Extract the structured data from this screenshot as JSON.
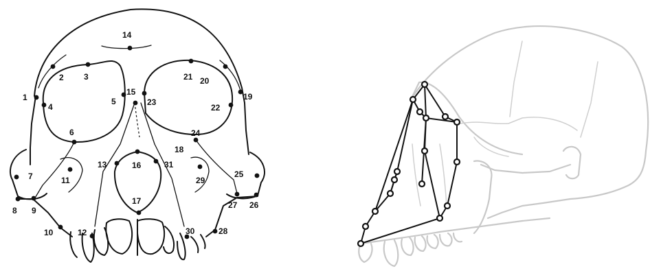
{
  "frontal_landmarks": [
    {
      "id": "1",
      "label": "1"
    },
    {
      "id": "2",
      "label": "2"
    },
    {
      "id": "3",
      "label": "3"
    },
    {
      "id": "4",
      "label": "4"
    },
    {
      "id": "5",
      "label": "5"
    },
    {
      "id": "6",
      "label": "6"
    },
    {
      "id": "7",
      "label": "7"
    },
    {
      "id": "8",
      "label": "8"
    },
    {
      "id": "9",
      "label": "9"
    },
    {
      "id": "10",
      "label": "10"
    },
    {
      "id": "11",
      "label": "11"
    },
    {
      "id": "12",
      "label": "12"
    },
    {
      "id": "13",
      "label": "13"
    },
    {
      "id": "14",
      "label": "14"
    },
    {
      "id": "15",
      "label": "15"
    },
    {
      "id": "16",
      "label": "16"
    },
    {
      "id": "17",
      "label": "17"
    },
    {
      "id": "18",
      "label": "18"
    },
    {
      "id": "19",
      "label": "19"
    },
    {
      "id": "20",
      "label": "20"
    },
    {
      "id": "21",
      "label": "21"
    },
    {
      "id": "22",
      "label": "22"
    },
    {
      "id": "23",
      "label": "23"
    },
    {
      "id": "24",
      "label": "24"
    },
    {
      "id": "25",
      "label": "25"
    },
    {
      "id": "26",
      "label": "26"
    },
    {
      "id": "27",
      "label": "27"
    },
    {
      "id": "28",
      "label": "28"
    },
    {
      "id": "29",
      "label": "29"
    },
    {
      "id": "30",
      "label": "30"
    },
    {
      "id": "31",
      "label": "31"
    }
  ],
  "lateral_wireframe": {
    "edges": [
      [
        "a",
        "b"
      ],
      [
        "b",
        "c"
      ],
      [
        "c",
        "d"
      ],
      [
        "d",
        "e"
      ],
      [
        "e",
        "f"
      ],
      [
        "f",
        "g"
      ],
      [
        "a",
        "h"
      ],
      [
        "a",
        "i"
      ],
      [
        "i",
        "j"
      ],
      [
        "j",
        "k"
      ],
      [
        "k",
        "l"
      ],
      [
        "l",
        "m"
      ],
      [
        "m",
        "n"
      ],
      [
        "n",
        "g"
      ],
      [
        "h",
        "o"
      ],
      [
        "o",
        "k"
      ],
      [
        "i",
        "o"
      ],
      [
        "o",
        "p"
      ],
      [
        "p",
        "n"
      ],
      [
        "o",
        "q"
      ],
      [
        "a",
        "e"
      ],
      [
        "b",
        "d"
      ]
    ]
  }
}
